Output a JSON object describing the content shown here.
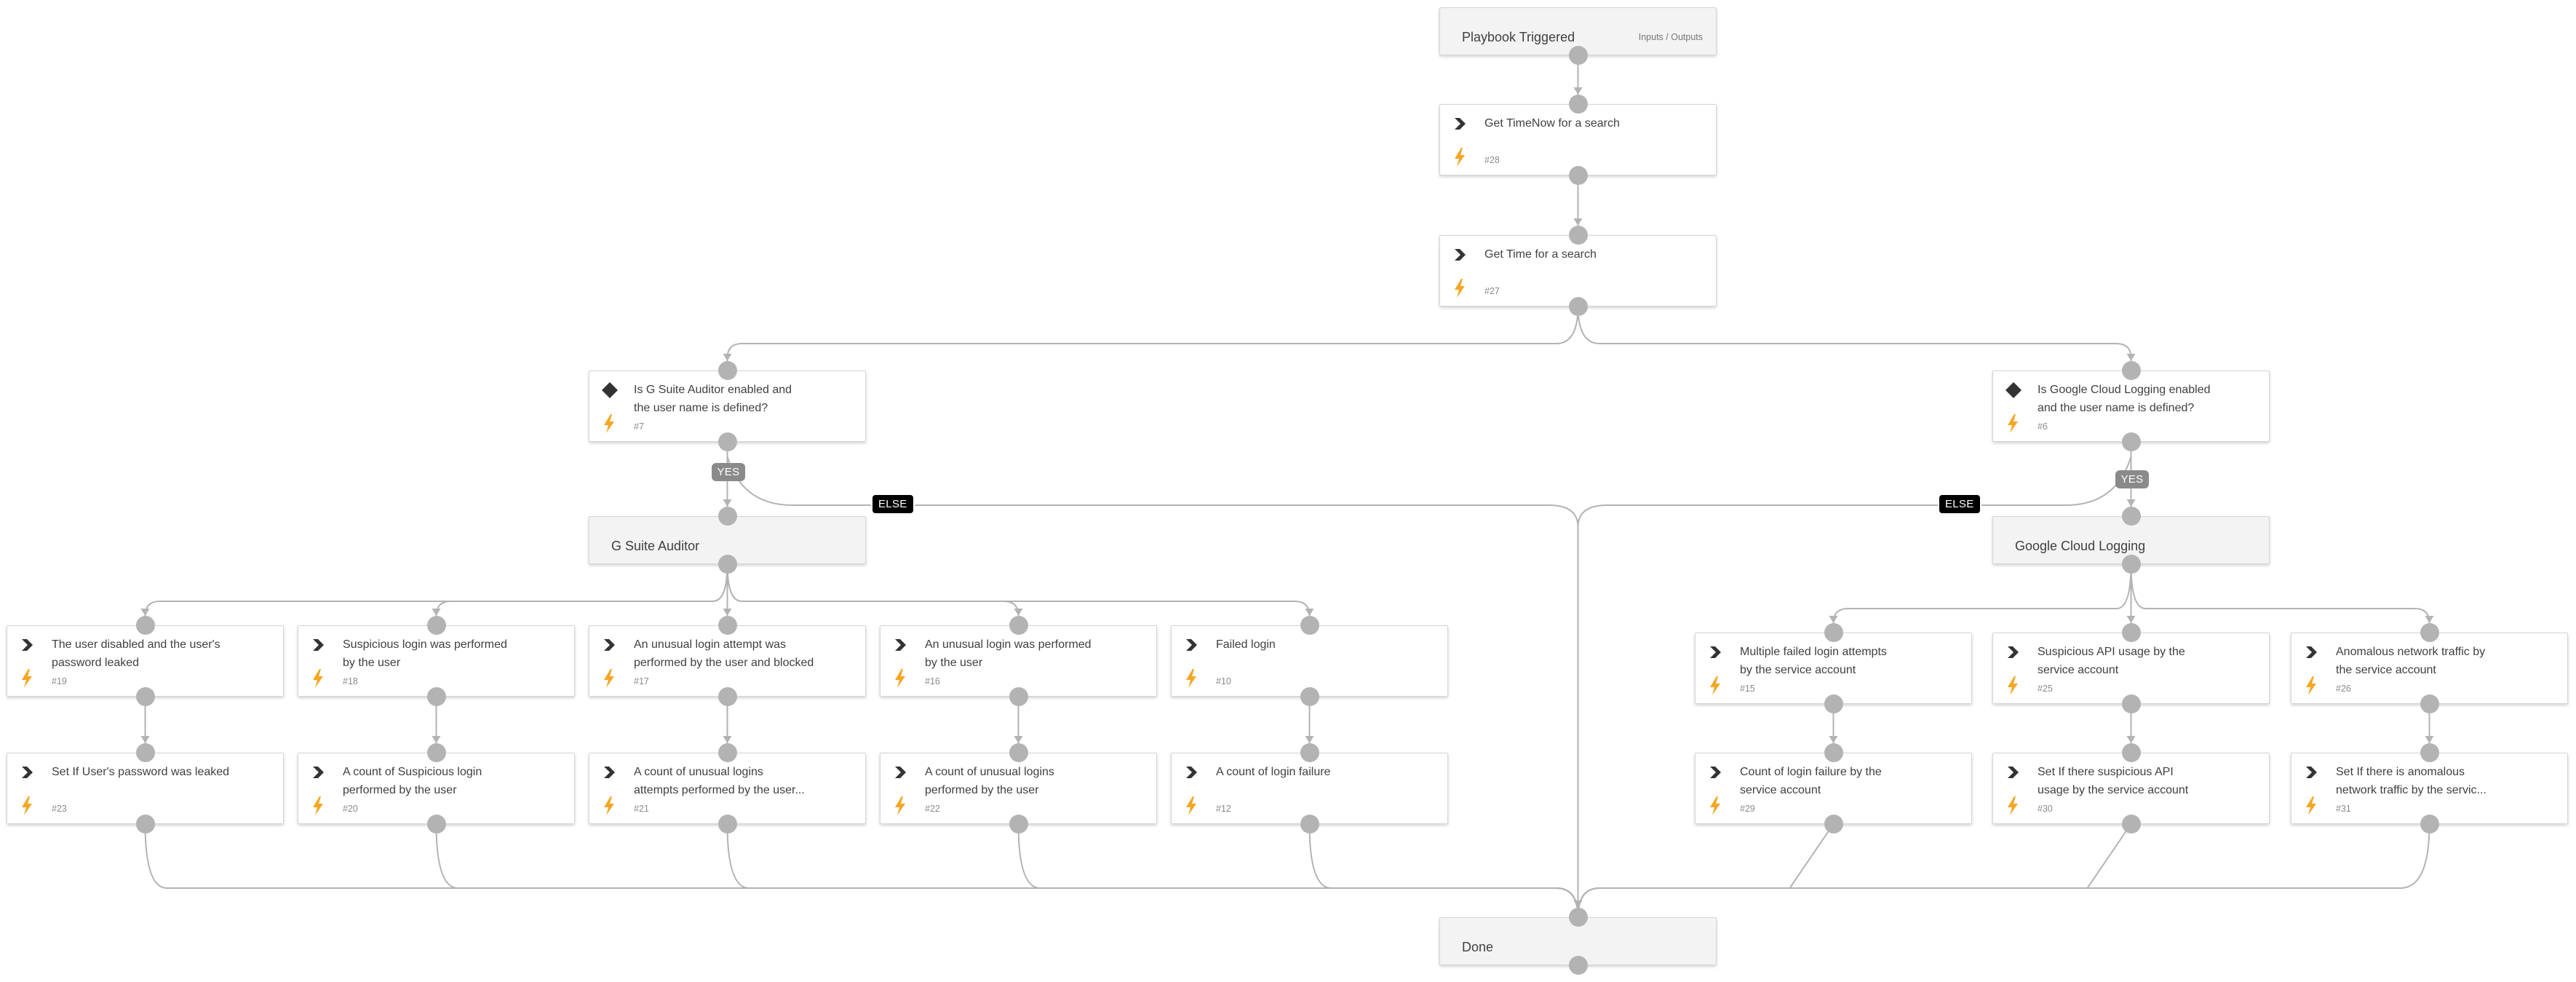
{
  "header": {
    "title": "Playbook Triggered",
    "io_link": "Inputs / Outputs"
  },
  "done": {
    "title": "Done"
  },
  "sections": {
    "gsuite": "G Suite Auditor",
    "gcl": "Google Cloud Logging"
  },
  "badges": {
    "yes": "YES",
    "else": "ELSE"
  },
  "tasks": {
    "t28": {
      "lines": [
        "Get TimeNow for a search"
      ],
      "num": "#28"
    },
    "t27": {
      "lines": [
        "Get Time for a search"
      ],
      "num": "#27"
    },
    "t7": {
      "lines": [
        "Is G Suite Auditor enabled and",
        "the user name is defined?"
      ],
      "num": "#7"
    },
    "t6": {
      "lines": [
        "Is Google Cloud Logging enabled",
        "and the user name is defined?"
      ],
      "num": "#6"
    },
    "t19": {
      "lines": [
        "The user disabled and the user's",
        "password leaked"
      ],
      "num": "#19"
    },
    "t18": {
      "lines": [
        "Suspicious login was performed",
        "by the user"
      ],
      "num": "#18"
    },
    "t17": {
      "lines": [
        "An unusual login attempt was",
        "performed by the user and blocked"
      ],
      "num": "#17"
    },
    "t16": {
      "lines": [
        "An unusual login was performed",
        "by the user"
      ],
      "num": "#16"
    },
    "t10": {
      "lines": [
        "Failed login"
      ],
      "num": "#10"
    },
    "t15": {
      "lines": [
        "Multiple failed login attempts",
        "by the service account"
      ],
      "num": "#15"
    },
    "t25": {
      "lines": [
        "Suspicious API usage by the",
        "service account"
      ],
      "num": "#25"
    },
    "t26": {
      "lines": [
        "Anomalous network traffic by",
        "the service account"
      ],
      "num": "#26"
    },
    "t23": {
      "lines": [
        "Set If User's password was leaked"
      ],
      "num": "#23"
    },
    "t20": {
      "lines": [
        "A count of Suspicious login",
        "performed by the user"
      ],
      "num": "#20"
    },
    "t21": {
      "lines": [
        "A count of unusual logins",
        "attempts performed by the user..."
      ],
      "num": "#21"
    },
    "t22": {
      "lines": [
        "A count of unusual logins",
        "performed by the user"
      ],
      "num": "#22"
    },
    "t12": {
      "lines": [
        "A count of login failure"
      ],
      "num": "#12"
    },
    "t29": {
      "lines": [
        "Count of login failure by the",
        "service account"
      ],
      "num": "#29"
    },
    "t30": {
      "lines": [
        "Set If there suspicious API",
        "usage by the service account"
      ],
      "num": "#30"
    },
    "t31": {
      "lines": [
        "Set If there is anomalous",
        "network traffic by the servic..."
      ],
      "num": "#31"
    }
  },
  "colors": {
    "edge": "#b3b3b3",
    "port": "#b3b3b3",
    "bolt": "#f5a623",
    "icon": "#333333",
    "yes_badge": "#8a8a8a",
    "else_badge": "#000000"
  },
  "icons": {
    "task": "chevron-right-icon",
    "condition": "diamond-icon",
    "automation": "lightning-icon"
  }
}
